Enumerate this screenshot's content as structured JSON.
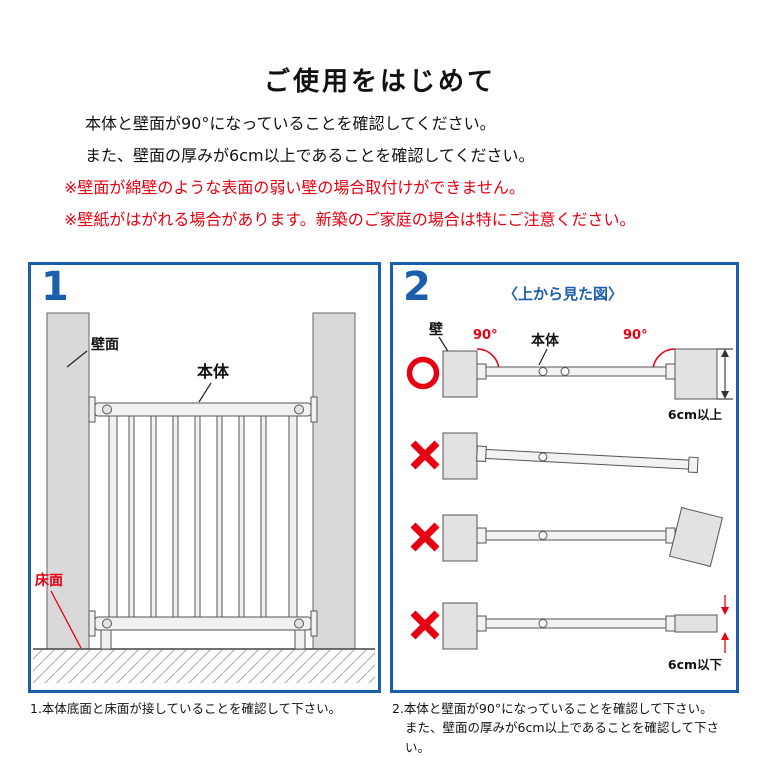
{
  "page": {
    "title": "ご使用をはじめて"
  },
  "intro": {
    "line1": "本体と壁面が90°になっていることを確認してください。",
    "line2": "また、壁面の厚みが6cm以上であることを確認してください。",
    "warning1": "※壁面が綿壁のような表面の弱い壁の場合取付けができません。",
    "warning2": "※壁紙がはがれる場合があります。新築のご家庭の場合は特にご注意ください。"
  },
  "panel1": {
    "number": "1",
    "label_wall": "壁面",
    "label_body": "本体",
    "label_floor": "床面",
    "caption": "1.本体底面と床面が接していることを確認して下さい。"
  },
  "panel2": {
    "number": "2",
    "title": "〈上から見た図〉",
    "label_wall": "壁",
    "label_body": "本体",
    "angle_left": "90°",
    "angle_right": "90°",
    "dim_min": "6cm以上",
    "dim_max": "6cm以下",
    "marks": [
      "ok",
      "ng",
      "ng",
      "ng"
    ],
    "caption_line1": "2.本体と壁面が90°になっていることを確認して下さい。",
    "caption_line2": "また、壁面の厚みが6cm以上であることを確認して下さい。"
  },
  "colors": {
    "accent_blue": "#1b5eab",
    "warning_red": "#e60012"
  }
}
